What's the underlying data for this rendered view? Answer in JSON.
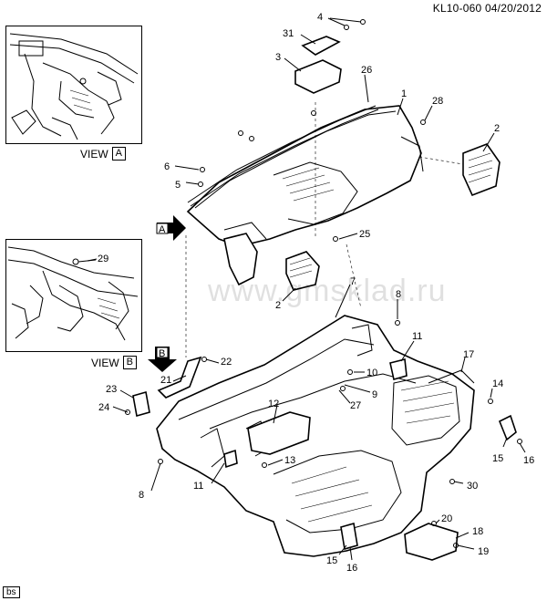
{
  "header": {
    "code": "KL10-060",
    "date": "04/20/2012"
  },
  "watermark": "www.gmsklad.ru",
  "corner_tag": "bs",
  "view_a": {
    "label": "VIEW",
    "letter": "A"
  },
  "view_b": {
    "label": "VIEW",
    "letter": "B"
  },
  "arrow_a": "A",
  "arrow_b": "B",
  "callouts": {
    "c1": "1",
    "c2a": "2",
    "c2b": "2",
    "c3": "3",
    "c4": "4",
    "c5": "5",
    "c6": "6",
    "c7": "7",
    "c8a": "8",
    "c8b": "8",
    "c9": "9",
    "c10": "10",
    "c11a": "11",
    "c11b": "11",
    "c12": "12",
    "c13": "13",
    "c14": "14",
    "c15a": "15",
    "c15b": "15",
    "c16a": "16",
    "c16b": "16",
    "c17": "17",
    "c18": "18",
    "c19": "19",
    "c20": "20",
    "c21": "21",
    "c22": "22",
    "c23": "23",
    "c24": "24",
    "c25": "25",
    "c26": "26",
    "c27": "27",
    "c28": "28",
    "c29": "29",
    "c30": "30",
    "c31": "31"
  }
}
